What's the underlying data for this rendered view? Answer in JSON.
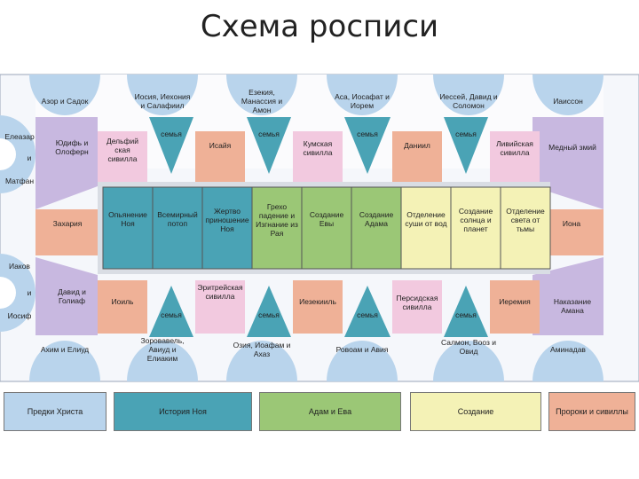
{
  "title": "Схема росписи",
  "colors": {
    "ancestors": "#b9d4ec",
    "noah": "#4aa3b5",
    "adam": "#9bc776",
    "creation": "#f4f2b6",
    "prophets": "#efb197",
    "sibyls": "#f2c9df",
    "ancestors_lilac": "#c8b8e0",
    "lunette_ring": "#a9c9e8"
  },
  "lunettes_top": [
    "Азор и Садок",
    "Иосия, Иехония и Салафиил",
    "Езекия, Манассия и Амон",
    "Аса, Иосафат и Иорем",
    "Иессей, Давид и Соломон",
    "Иаиссон"
  ],
  "lunettes_bottom": [
    "Ахим и Елиуд",
    "Зоровавель, Авиуд и Елиаким",
    "Озия, Иоафам и Ахаз",
    "Ровоам и Авия",
    "Салмон, Вооз и Овид",
    "Аминадав"
  ],
  "left_side": {
    "top_label_1": "Елеазар",
    "top_label_2": "и",
    "top_label_3": "Матфан",
    "bottom_label_1": "Иаков",
    "bottom_label_2": "и",
    "bottom_label_3": "Иосиф"
  },
  "corners": {
    "top_left": "Юдифь и Олоферн",
    "top_right": "Медный змий",
    "bottom_left": "Давид и Голиаф",
    "bottom_right": "Наказание Амана"
  },
  "top_row": {
    "sibyl_1": "Дельфий ская сивилла",
    "family_1": "семья",
    "prophet_1": "Исайя",
    "family_2": "семья",
    "sibyl_2": "Кумская сивилла",
    "family_3": "семья",
    "prophet_2": "Даниил",
    "family_4": "семья",
    "sibyl_3": "Ливийская сивилла"
  },
  "bottom_row": {
    "prophet_1": "Иоиль",
    "family_1": "семья",
    "sibyl_1": "Эритрейская сивилла",
    "family_2": "семья",
    "prophet_2": "Иезекииль",
    "family_3": "семья",
    "sibyl_2": "Персидская сивилла",
    "family_4": "семья",
    "prophet_3": "Иеремия"
  },
  "ends": {
    "left": "Захария",
    "right": "Иона"
  },
  "scenes": [
    "Опьянение Ноя",
    "Всемирный потоп",
    "Жертво приношение Ноя",
    "Грехо падение и Изгнание из Рая",
    "Создание Евы",
    "Создание Адама",
    "Отделение суши от вод",
    "Создание солнца и планет",
    "Отделение света от тьмы"
  ],
  "legend": [
    "Предки Христа",
    "История Ноя",
    "Адам и Ева",
    "Создание",
    "Пророки и сивиллы"
  ]
}
